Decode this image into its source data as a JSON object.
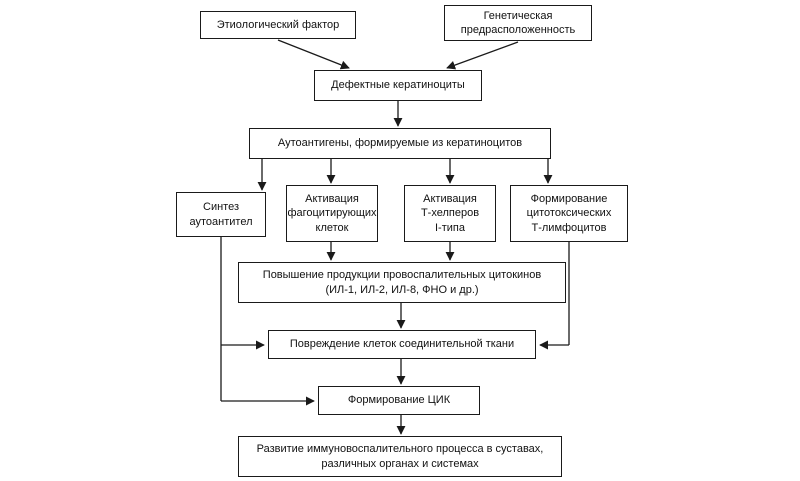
{
  "diagram": {
    "type": "flowchart",
    "language": "ru",
    "colors": {
      "background": "#ffffff",
      "box_border": "#1a1a1a",
      "box_fill": "#ffffff",
      "text": "#111111",
      "arrow": "#1a1a1a"
    },
    "nodes": {
      "etiological_factor": "Этиологический фактор",
      "genetic_predisposition": "Генетическая\nпредрасположенность",
      "defective_keratinocytes": "Дефектные кератиноциты",
      "autoantigens": "Аутоантигены, формируемые из кератиноцитов",
      "autoantibody_synthesis": "Синтез\nаутоантител",
      "phagocyte_activation": "Активация\nфагоцитирующих\nклеток",
      "thelper_activation": "Активация\nТ-хелперов\nI-типа",
      "cytotoxic_lymphocytes": "Формирование\nцитотоксических\nТ-лимфоцитов",
      "cytokine_production": "Повышение продукции провоспалительных цитокинов\n(ИЛ-1, ИЛ-2, ИЛ-8, ФНО и др.)",
      "tissue_damage": "Повреждение клеток соединительной ткани",
      "cic_formation": "Формирование ЦИК",
      "outcome": "Развитие иммуновоспалительного процесса в суставах,\nразличных органах и системах"
    },
    "edges": [
      "etiological_factor -> defective_keratinocytes",
      "genetic_predisposition -> defective_keratinocytes",
      "defective_keratinocytes -> autoantigens",
      "autoantigens -> autoantibody_synthesis",
      "autoantigens -> phagocyte_activation",
      "autoantigens -> thelper_activation",
      "autoantigens -> cytotoxic_lymphocytes",
      "phagocyte_activation -> cytokine_production",
      "thelper_activation -> cytokine_production",
      "cytokine_production -> tissue_damage",
      "autoantibody_synthesis -> tissue_damage",
      "cytotoxic_lymphocytes -> tissue_damage",
      "tissue_damage -> cic_formation",
      "autoantibody_synthesis -> cic_formation",
      "cic_formation -> outcome"
    ]
  }
}
